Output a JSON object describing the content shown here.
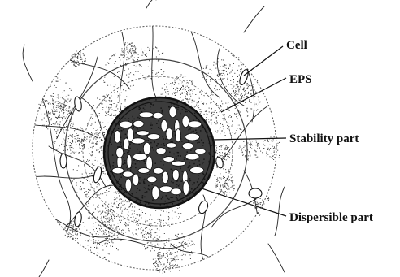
{
  "labels": {
    "cell": "Cell",
    "eps": "EPS",
    "stability_part": "Stability part",
    "dispersible_part": "Dispersible part"
  },
  "colors": {
    "ink": "#111111",
    "speckle": "#3a3a3a",
    "background": "#ffffff",
    "cell_fill": "#ffffff"
  }
}
